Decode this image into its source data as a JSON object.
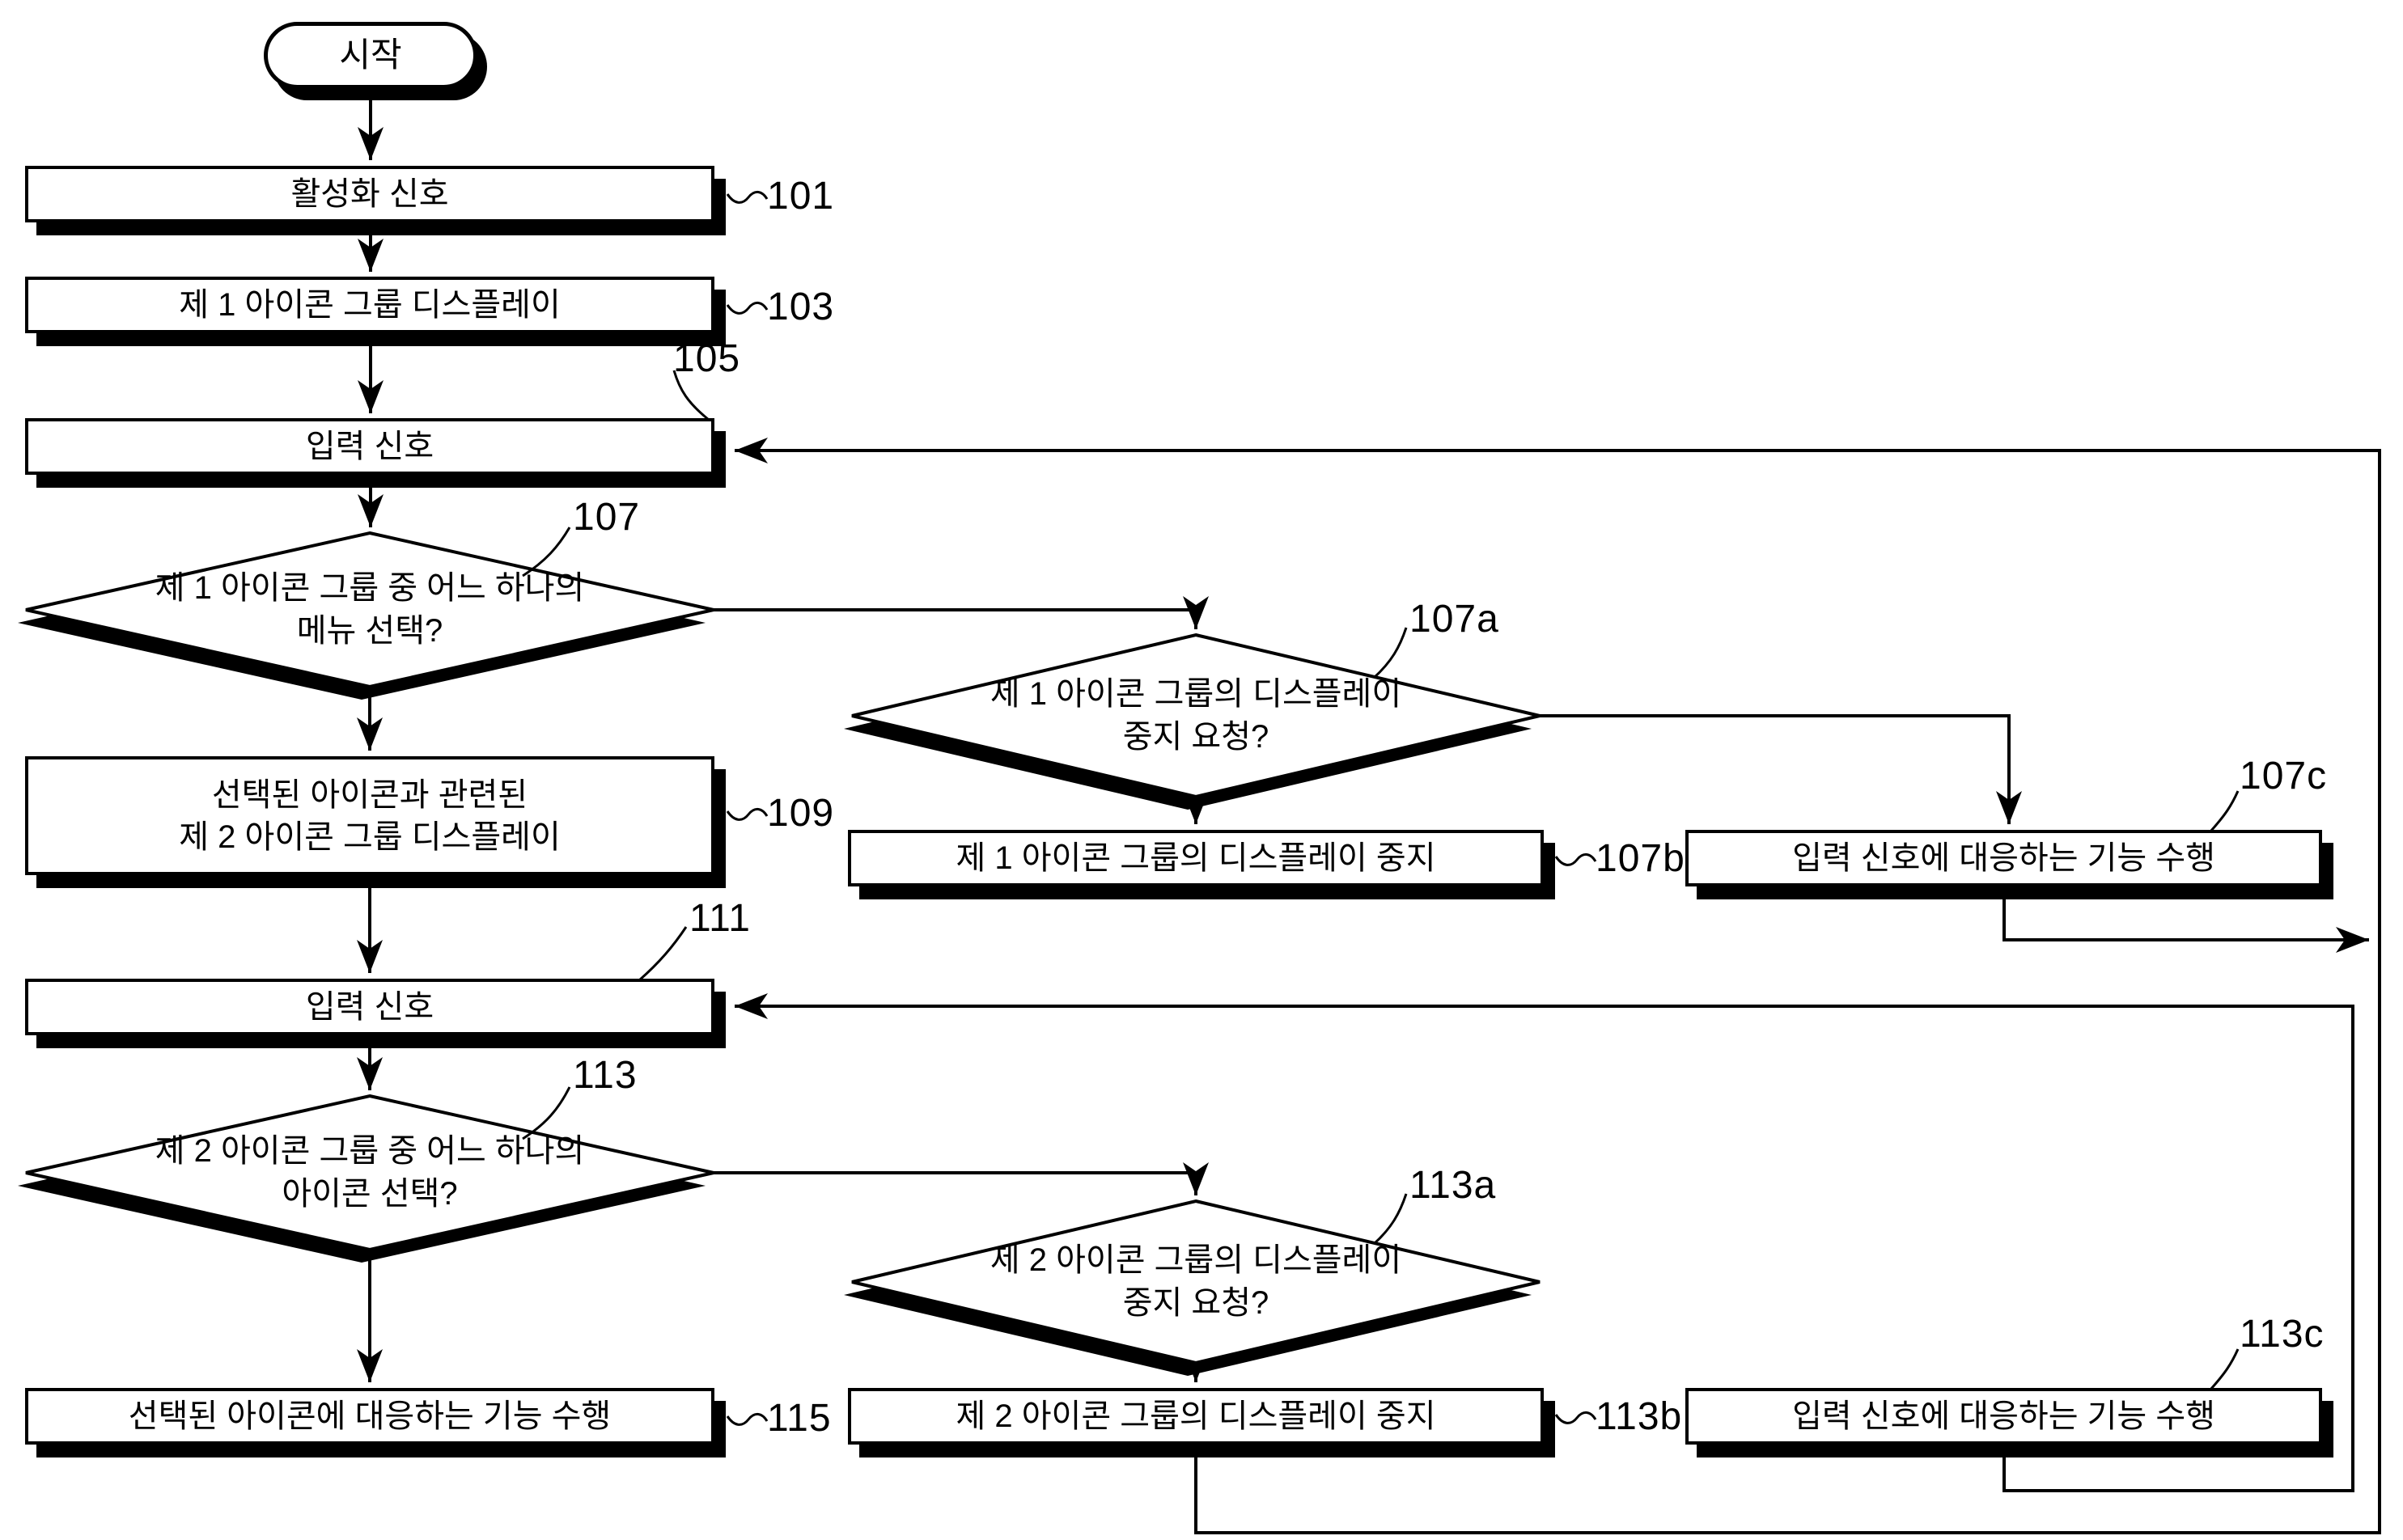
{
  "nodes": {
    "start": {
      "label": "시작"
    },
    "n101": {
      "text": "활성화 신호",
      "ref": "101"
    },
    "n103": {
      "text": "제 1 아이콘 그룹 디스플레이",
      "ref": "103"
    },
    "n105": {
      "text": "입력 신호",
      "ref": "105"
    },
    "n107": {
      "line1": "제 1 아이콘 그룹 중 어느 하나의",
      "line2": "메뉴 선택?",
      "ref": "107"
    },
    "n109": {
      "line1": "선택된 아이콘과 관련된",
      "line2": "제 2 아이콘 그룹 디스플레이",
      "ref": "109"
    },
    "n107a": {
      "line1": "제 1 아이콘 그룹의 디스플레이",
      "line2": "중지 요청?",
      "ref": "107a"
    },
    "n107b": {
      "text": "제 1 아이콘 그룹의 디스플레이 중지",
      "ref": "107b"
    },
    "n107c": {
      "text": "입력 신호에 대응하는 기능 수행",
      "ref": "107c"
    },
    "n111": {
      "text": "입력 신호",
      "ref": "111"
    },
    "n113": {
      "line1": "제 2 아이콘 그룹 중 어느 하나의",
      "line2": "아이콘 선택?",
      "ref": "113"
    },
    "n113a": {
      "line1": "제 2 아이콘 그룹의 디스플레이",
      "line2": "중지 요청?",
      "ref": "113a"
    },
    "n113b": {
      "text": "제 2 아이콘 그룹의 디스플레이 중지",
      "ref": "113b"
    },
    "n113c": {
      "text": "입력 신호에 대응하는 기능 수행",
      "ref": "113c"
    },
    "n115": {
      "text": "선택된 아이콘에 대응하는 기능 수행",
      "ref": "115"
    }
  },
  "colors": {
    "line": "#000000",
    "fill": "#ffffff"
  }
}
